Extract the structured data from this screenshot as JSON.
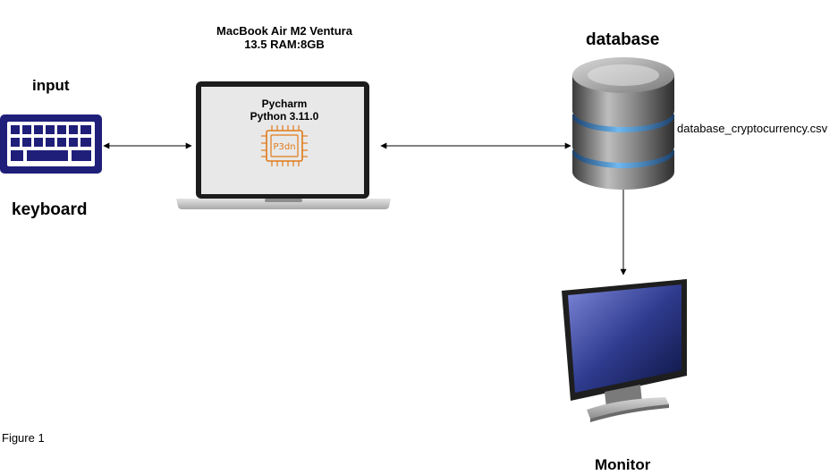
{
  "nodes": {
    "input_label": "input",
    "keyboard_label": "keyboard",
    "laptop": {
      "spec_line1": "MacBook Air M2 Ventura",
      "spec_line2": "13.5 RAM:8GB",
      "screen_line1": "Pycharm",
      "screen_line2": "Python 3.11.0",
      "chip_label": "P3dn"
    },
    "database_label": "database",
    "database_file": "database_cryptocurrency.csv",
    "monitor_label": "Monitor"
  },
  "caption": "Figure 1",
  "colors": {
    "keyboard": "#1f1f7a",
    "chip": "#e07b1a",
    "db_band": "#3f8fd0",
    "monitor_screen": "#2c3a7a"
  },
  "icons": [
    "keyboard-icon",
    "laptop-icon",
    "chip-icon",
    "database-icon",
    "monitor-icon"
  ]
}
